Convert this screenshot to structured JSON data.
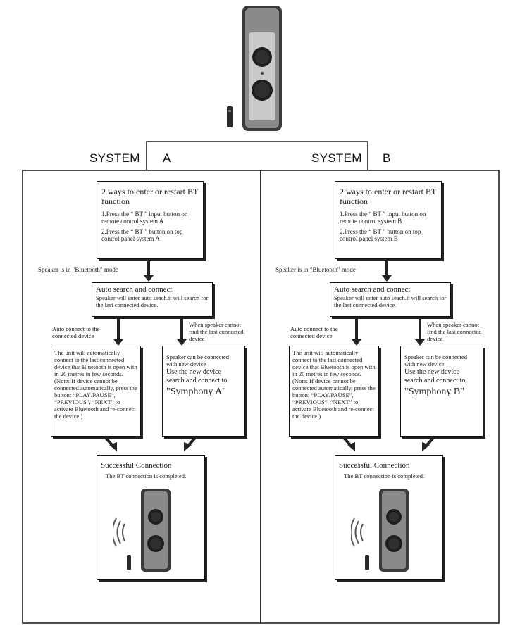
{
  "system_labels": {
    "left_system": "SYSTEM",
    "left_letter": "A",
    "right_system": "SYSTEM",
    "right_letter": "B"
  },
  "panels": [
    {
      "id": "A",
      "ways_title": "2 ways to enter or restart BT function",
      "ways_steps": [
        "1.Press the “ BT ” input button on remote control system A",
        "2.Press the “ BT ” button on top control panel system A"
      ],
      "mode_text": "Speaker is in \"Bluetooth\" mode",
      "auto_title": "Auto search and connect",
      "auto_body": "Speaker will enter auto seach.it will search for the last connected device.",
      "left_branch_label": "Auto connect to the connected device",
      "right_branch_label": "When speaker cannot find the last connected device",
      "auto_result_text": "The unit will automatically connect to the last connected device that Bluetooth is open with in 20 metres in few seconds. (Note: If device cannot be connected automatically, press the button: “PLAY/PAUSE”, “PREVIOUS”, “NEXT” to activate Bluetooth and re-connect the device.)",
      "new_device_small": "Speaker can be connected with new device",
      "new_device_mid": "Use the new device search and connect to",
      "new_device_name": "\"Symphony  A\"",
      "success_title": "Successful Connection",
      "success_body": "The BT connection is completed."
    },
    {
      "id": "B",
      "ways_title": "2 ways to enter or restart BT function",
      "ways_steps": [
        "1.Press the “ BT ” input button on remote control system B",
        "2.Press the “ BT ” button on top control panel system B"
      ],
      "mode_text": "Speaker is in \"Bluetooth\" mode",
      "auto_title": "Auto search and connect",
      "auto_body": "Speaker will enter auto seach.it will search for the last connected device.",
      "left_branch_label": "Auto connect to the connected device",
      "right_branch_label": "When speaker cannot find the last connected device",
      "auto_result_text": "The unit will automatically connect to the last connected device that Bluetooth is open with in 20 metres in few seconds. (Note: If device cannot be connected automatically, press the button: “PLAY/PAUSE”, “PREVIOUS”, “NEXT” to activate Bluetooth and re-connect the device.)",
      "new_device_small": "Speaker can be connected with new device",
      "new_device_mid": "Use the new device search and connect to",
      "new_device_name": "\"Symphony  B\"",
      "success_title": "Successful Connection",
      "success_body": "The BT connection is completed."
    }
  ]
}
